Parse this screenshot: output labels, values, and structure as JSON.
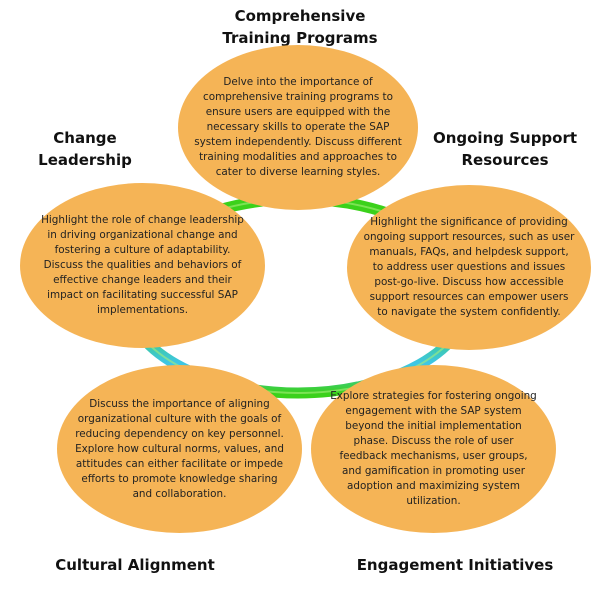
{
  "colors": {
    "ellipse_fill": "#f5b456",
    "ring_green": "#3bd11b",
    "ring_blue": "#3ec6e8",
    "ring_highlight": "#a6ef7a",
    "text": "#222222",
    "title": "#111111"
  },
  "nodes": [
    {
      "title_lines": [
        "Comprehensive",
        "Training Programs"
      ],
      "text": "Delve into the importance of comprehensive training programs to ensure users are equipped with the necessary skills to operate the SAP system independently. Discuss different training modalities and approaches to cater to diverse learning styles."
    },
    {
      "title_lines": [
        "Ongoing Support",
        "Resources"
      ],
      "text": "Highlight the significance of providing ongoing support resources, such as user manuals, FAQs, and helpdesk support, to address user questions and issues post-go-live. Discuss how accessible support resources can empower users to navigate the system confidently."
    },
    {
      "title_lines": [
        "Engagement Initiatives"
      ],
      "text": "Explore strategies for fostering ongoing engagement with the SAP system beyond the initial implementation phase. Discuss the role of user feedback mechanisms, user groups, and gamification in promoting user adoption and maximizing system utilization."
    },
    {
      "title_lines": [
        "Cultural Alignment"
      ],
      "text": "Discuss the importance of aligning organizational culture with the goals of reducing dependency on key personnel. Explore how cultural norms, values, and attitudes can either facilitate or impede efforts to promote knowledge sharing and collaboration."
    },
    {
      "title_lines": [
        "Change",
        "Leadership"
      ],
      "text": "Highlight the role of change leadership in driving organizational change and fostering a culture of adaptability. Discuss the qualities and behaviors of effective change leaders and their impact on facilitating successful SAP implementations."
    }
  ]
}
